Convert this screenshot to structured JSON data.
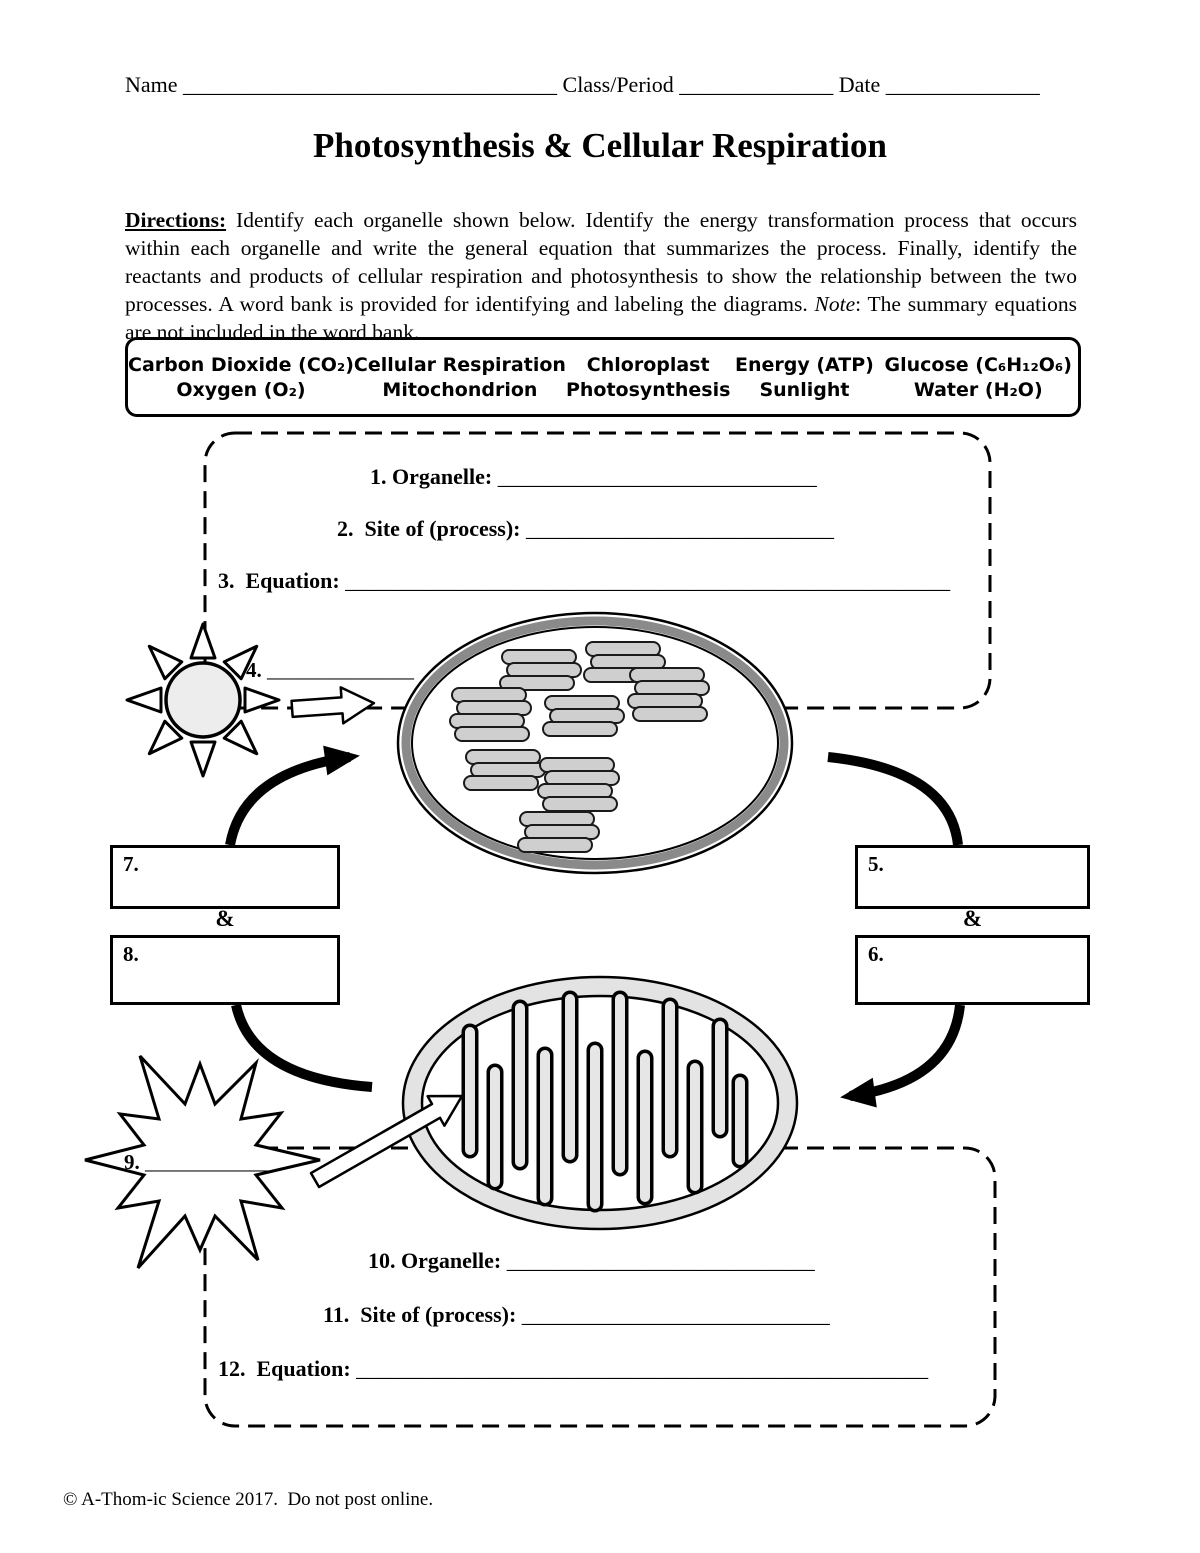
{
  "header": {
    "name_label": "Name",
    "name_blank": " __________________________________ ",
    "class_label": "Class/Period",
    "class_blank": " ______________ ",
    "date_label": "Date",
    "date_blank": " ______________"
  },
  "title": "Photosynthesis & Cellular Respiration",
  "directions": {
    "label": "Directions:",
    "body": " Identify each organelle shown below. Identify the energy transformation process that occurs within each organelle and write the general equation that summarizes the process. Finally, identify the reactants and products of cellular respiration and photosynthesis to show the relationship between the two processes. A word bank is provided for identifying and labeling the diagrams. ",
    "note_label": "Note",
    "note_rest": ": The summary equations are not included in the word bank."
  },
  "word_bank": {
    "row1": [
      "Carbon Dioxide (CO₂)",
      "Cellular Respiration",
      "Chloroplast",
      "Energy (ATP)",
      "Glucose (C₆H₁₂O₆)"
    ],
    "row2": [
      "Oxygen (O₂)",
      "Mitochondrion",
      "Photosynthesis",
      "Sunlight",
      "Water (H₂O)"
    ]
  },
  "top_box": {
    "q1_label": "1. Organelle:",
    "q1_blank": " _____________________________",
    "q2_label": "2.  Site of (process):",
    "q2_blank": " ____________________________",
    "q3_label": "3.  Equation:",
    "q3_blank": " _______________________________________________________"
  },
  "cycle": {
    "q4_label": "4.",
    "q4_blank": " ______________",
    "q5_label": "5.",
    "q6_label": "6.",
    "q7_label": "7.",
    "q8_label": "8.",
    "amp_left": "&",
    "amp_right": "&",
    "q9_label": "9.",
    "q9_blank": " ____________"
  },
  "bottom_box": {
    "q10_label": "10. Organelle:",
    "q10_blank": " ____________________________",
    "q11_label": "11.  Site of (process):",
    "q11_blank": " ____________________________",
    "q12_label": "12.  Equation:",
    "q12_blank": " ____________________________________________________"
  },
  "footer": "© A-Thom-ic Science 2017.  Do not post online."
}
